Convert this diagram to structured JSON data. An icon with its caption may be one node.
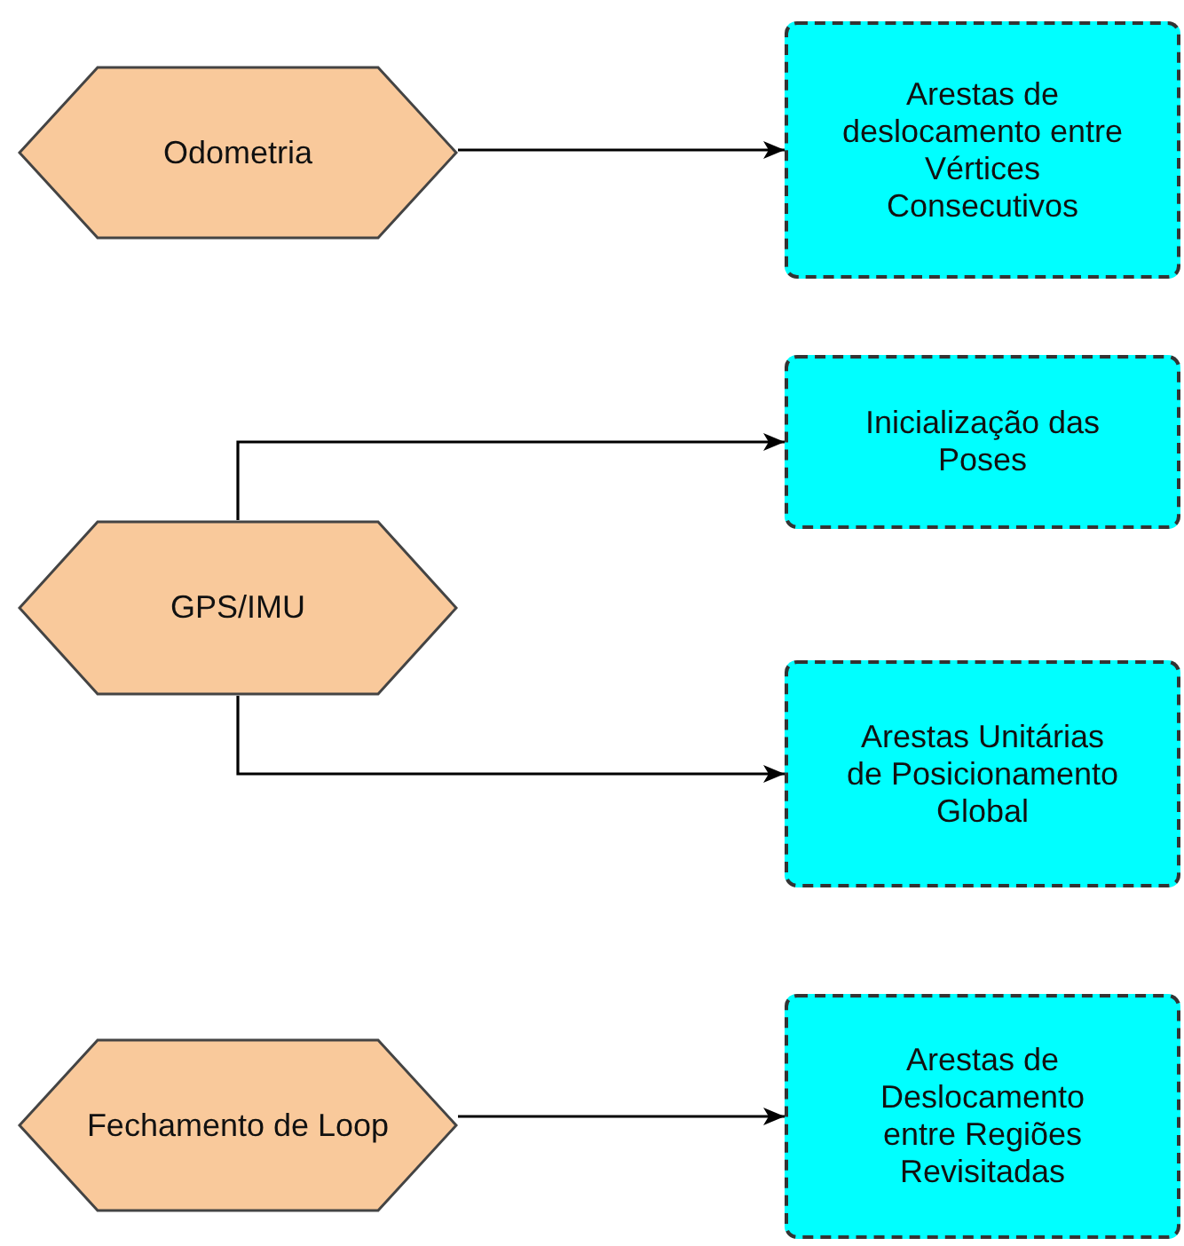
{
  "diagram": {
    "nodes": [
      {
        "text": [
          "Odometria"
        ]
      },
      {
        "text": [
          "GPS/IMU"
        ]
      },
      {
        "text": [
          "Fechamento de Loop"
        ]
      },
      {
        "text": [
          "Arestas de deslocamento entre Vértices Consecutivos"
        ]
      },
      {
        "text": [
          "Inicialização das Poses"
        ]
      },
      {
        "text": [
          "Arestas Unitárias de Posicionamento Global"
        ]
      },
      {
        "text": [
          "Arestas de Deslocamento entre Regiões Revisitadas"
        ]
      }
    ],
    "edges": [
      {
        "from": 0,
        "to": 3,
        "arrow": "to"
      },
      {
        "from": 1,
        "to": 4,
        "arrow": "to"
      },
      {
        "from": 1,
        "to": 5,
        "arrow": "to"
      },
      {
        "from": 2,
        "to": 6,
        "arrow": "to"
      }
    ]
  }
}
